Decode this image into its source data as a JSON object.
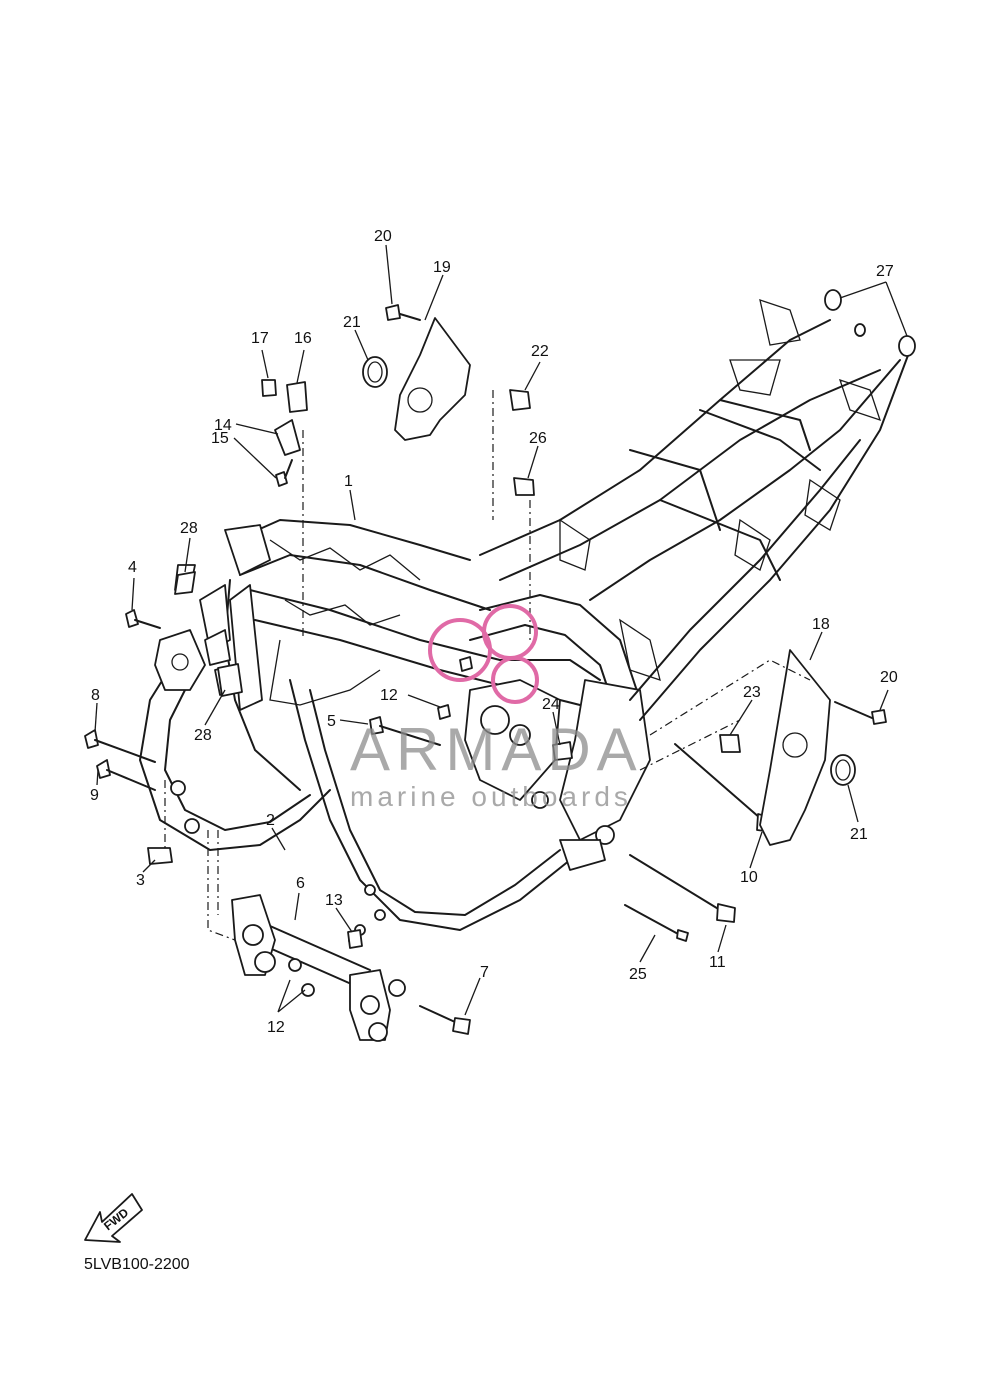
{
  "watermark": {
    "title": "ARMADA",
    "subtitle": "marine outboards",
    "logo_color": "#e06aa6"
  },
  "diagram_code": "5LVB100-2200",
  "fwd_label": "FWD",
  "callouts": {
    "c1": "1",
    "c2": "2",
    "c3": "3",
    "c4": "4",
    "c5": "5",
    "c6": "6",
    "c7": "7",
    "c8": "8",
    "c9": "9",
    "c10": "10",
    "c11": "11",
    "c12a": "12",
    "c12b": "12",
    "c13": "13",
    "c14": "14",
    "c15": "15",
    "c16": "16",
    "c17": "17",
    "c18": "18",
    "c19": "19",
    "c20a": "20",
    "c20b": "20",
    "c21a": "21",
    "c21b": "21",
    "c22": "22",
    "c23": "23",
    "c24": "24",
    "c25": "25",
    "c26": "26",
    "c27": "27",
    "c28a": "28",
    "c28b": "28"
  }
}
